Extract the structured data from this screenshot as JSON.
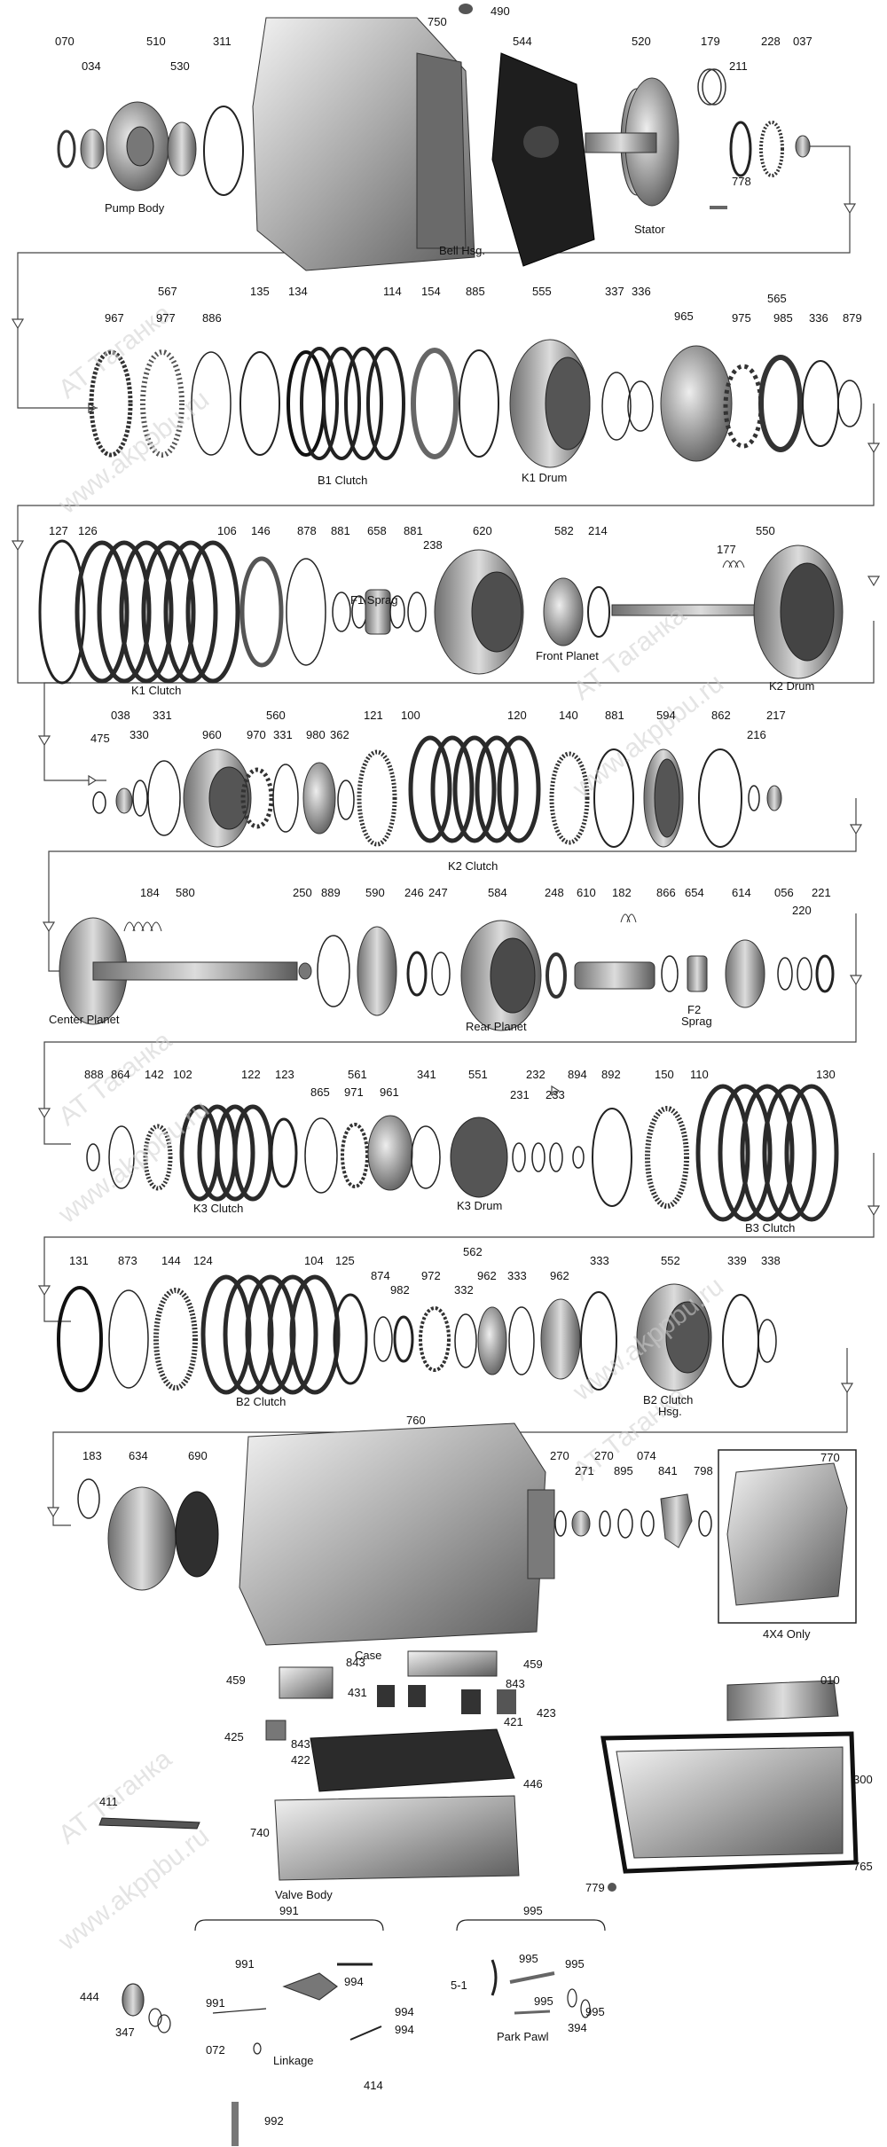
{
  "watermarks": [
    "AT Таганка",
    "www.akppbu.ru"
  ],
  "captions": {
    "pump_body": "Pump Body",
    "bell_hsg": "Bell Hsg.",
    "stator": "Stator",
    "b1_clutch": "B1 Clutch",
    "k1_drum": "K1 Drum",
    "k1_clutch": "K1 Clutch",
    "f1_sprag": "F1 Sprag",
    "front_planet": "Front Planet",
    "k2_drum": "K2 Drum",
    "k2_clutch": "K2 Clutch",
    "center_planet": "Center Planet",
    "rear_planet": "Rear Planet",
    "f2_sprag_1": "F2",
    "f2_sprag_2": "Sprag",
    "k3_clutch": "K3 Clutch",
    "k3_drum": "K3 Drum",
    "b3_clutch": "B3 Clutch",
    "b2_clutch": "B2 Clutch",
    "b2_clutch_hsg_1": "B2 Clutch",
    "b2_clutch_hsg_2": "Hsg.",
    "case": "Case",
    "four_by_four": "4X4 Only",
    "valve_body": "Valve Body",
    "linkage": "Linkage",
    "park_pawl": "Park Pawl"
  },
  "numbers": {
    "row1": [
      "070",
      "034",
      "510",
      "530",
      "311",
      "750",
      "490",
      "544",
      "520",
      "179",
      "211",
      "228",
      "037",
      "778"
    ],
    "row2": [
      "567",
      "967",
      "977",
      "886",
      "135",
      "134",
      "114",
      "154",
      "885",
      "555",
      "337",
      "336",
      "565",
      "965",
      "975",
      "985",
      "336",
      "879"
    ],
    "row3": [
      "127",
      "126",
      "106",
      "146",
      "878",
      "881",
      "658",
      "881",
      "238",
      "620",
      "582",
      "214",
      "177",
      "550"
    ],
    "row4": [
      "475",
      "038",
      "330",
      "331",
      "560",
      "960",
      "970",
      "331",
      "980",
      "362",
      "121",
      "100",
      "120",
      "140",
      "881",
      "594",
      "862",
      "216",
      "217"
    ],
    "row5": [
      "184",
      "580",
      "250",
      "889",
      "590",
      "246",
      "247",
      "584",
      "248",
      "610",
      "182",
      "866",
      "654",
      "614",
      "056",
      "220",
      "221"
    ],
    "row6": [
      "888",
      "864",
      "142",
      "102",
      "122",
      "123",
      "865",
      "561",
      "971",
      "961",
      "341",
      "551",
      "231",
      "232",
      "233",
      "894",
      "892",
      "150",
      "110",
      "130"
    ],
    "row7": [
      "131",
      "873",
      "144",
      "124",
      "104",
      "125",
      "874",
      "982",
      "562",
      "972",
      "332",
      "962",
      "333",
      "962",
      "333",
      "552",
      "339",
      "338"
    ],
    "row8": [
      "183",
      "634",
      "690",
      "760",
      "270",
      "271",
      "270",
      "895",
      "074",
      "841",
      "798",
      "770"
    ],
    "row9": [
      "459",
      "843",
      "843",
      "459",
      "431",
      "423",
      "421",
      "425",
      "843",
      "422",
      "446",
      "010",
      "300",
      "411",
      "740",
      "779",
      "765"
    ],
    "row10": [
      "991",
      "995",
      "991",
      "994",
      "995",
      "995",
      "5-1",
      "995",
      "995",
      "444",
      "991",
      "994",
      "394",
      "347",
      "072",
      "994",
      "414",
      "992"
    ]
  }
}
